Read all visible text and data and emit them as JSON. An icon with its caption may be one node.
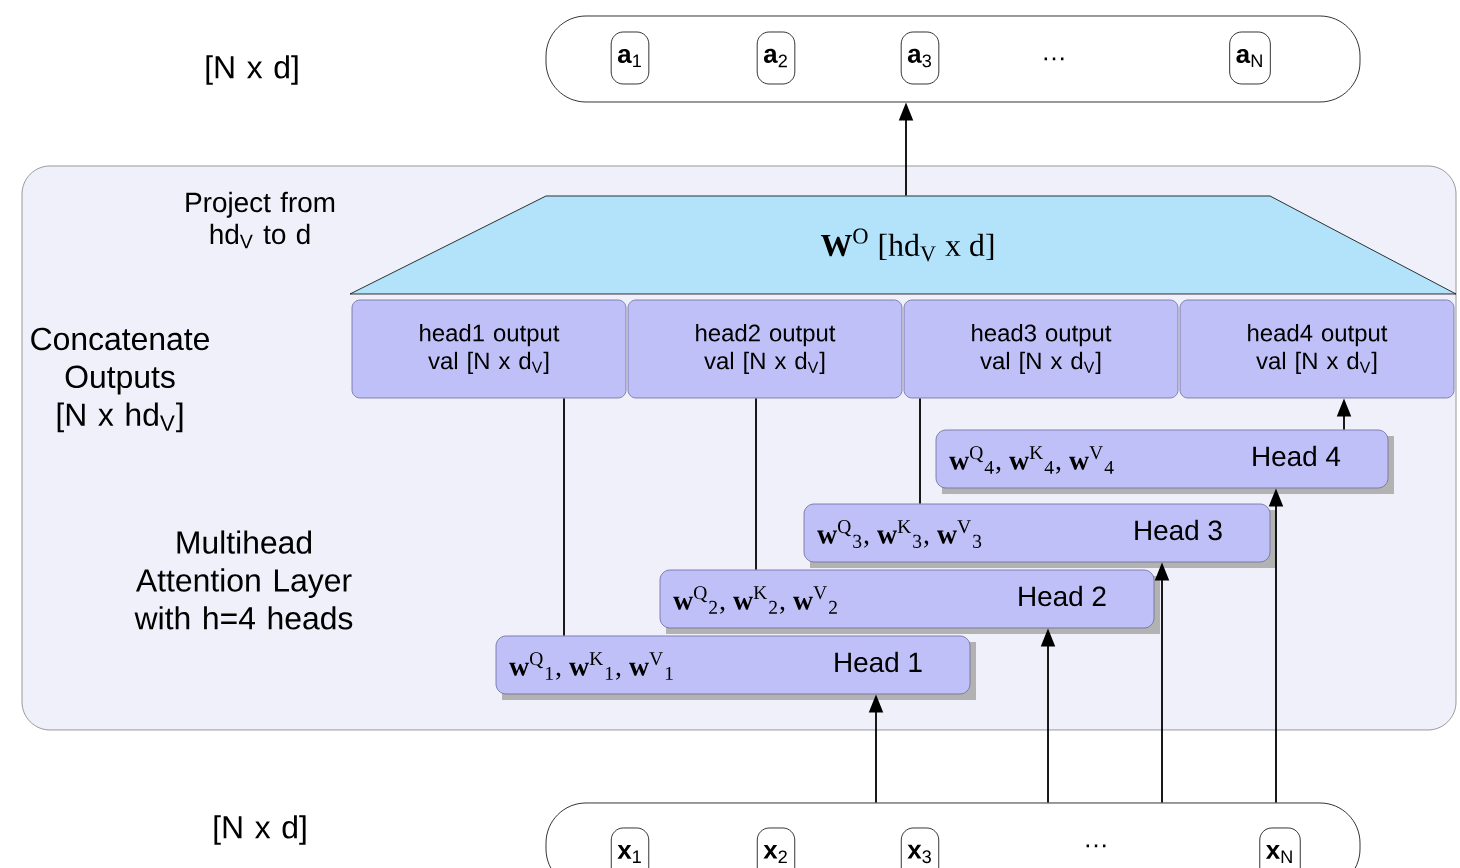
{
  "diagram": {
    "nodes": [
      {
        "text": [
          "…"
        ]
      },
      {
        "text": [
          "**a**$_{1}$"
        ],
        "in": 0
      },
      {
        "text": [
          "**a**$_{2}$"
        ],
        "in": 0
      },
      {
        "text": [
          "**a**$_{3}$"
        ],
        "in": 0
      },
      {
        "text": [
          "**a**$_{N}$"
        ],
        "in": 0
      },
      {
        "text": [
          "Multihead Attention Layer with h=4 heads"
        ]
      },
      {
        "text": [
          "**W**$^{O}$ [hd$_{V}$ x d]"
        ],
        "in": 5
      },
      {
        "text": [
          "head1 output val [N x d$_{V}$]"
        ],
        "in": 5
      },
      {
        "text": [
          "head2 output val [N x d$_{V}$]"
        ],
        "in": 5
      },
      {
        "text": [
          "head3 output val [N x d$_{V}$]"
        ],
        "in": 5
      },
      {
        "text": [
          "head4 output val [N x d$_{V}$]"
        ],
        "in": 5
      },
      {
        "text": [
          "**w**$^{Q}$$_{4}$, **w**$^{K}$$_{4}$, **w**$^{V}$$_{4}$",
          "Head 4"
        ],
        "in": 5
      },
      {
        "text": [
          "**w**$^{Q}$$_{3}$, **w**$^{K}$$_{3}$, **w**$^{V}$$_{3}$",
          "Head 3"
        ],
        "in": 5
      },
      {
        "text": [
          "**w**$^{Q}$$_{2}$, **w**$^{K}$$_{2}$, **w**$^{V}$$_{2}$",
          "Head 2"
        ],
        "in": 5
      },
      {
        "text": [
          "**w**$^{Q}$$_{1}$, **w**$^{K}$$_{1}$, **w**$^{V}$$_{1}$",
          "Head 1"
        ],
        "in": 5
      },
      {
        "text": [
          "…"
        ]
      },
      {
        "text": [
          "**x**$_{1}$"
        ],
        "in": 15
      },
      {
        "text": [
          "**x**$_{2}$"
        ],
        "in": 15
      },
      {
        "text": [
          "**x**$_{3}$"
        ],
        "in": 15
      },
      {
        "text": [
          "**x**$_{N}$"
        ],
        "in": 15
      }
    ],
    "edges": [
      {
        "from": 6,
        "to": 0,
        "arrow": "to"
      },
      {
        "from": 14,
        "to": 7,
        "arrow": "none"
      },
      {
        "from": 13,
        "to": 8,
        "arrow": "none"
      },
      {
        "from": 12,
        "to": 9,
        "arrow": "none"
      },
      {
        "from": 11,
        "to": 10,
        "arrow": "to"
      },
      {
        "from": 15,
        "to": 14,
        "arrow": "to"
      },
      {
        "from": 15,
        "to": 13,
        "arrow": "to"
      },
      {
        "from": 15,
        "to": 12,
        "arrow": "to"
      },
      {
        "from": 15,
        "to": 11,
        "arrow": "to"
      }
    ],
    "labels": [
      "[N x d]",
      "Project from hd$_{V}$ to d",
      "Concatenate Outputs [N x hd$_{V}$]",
      "[N x d]"
    ]
  }
}
